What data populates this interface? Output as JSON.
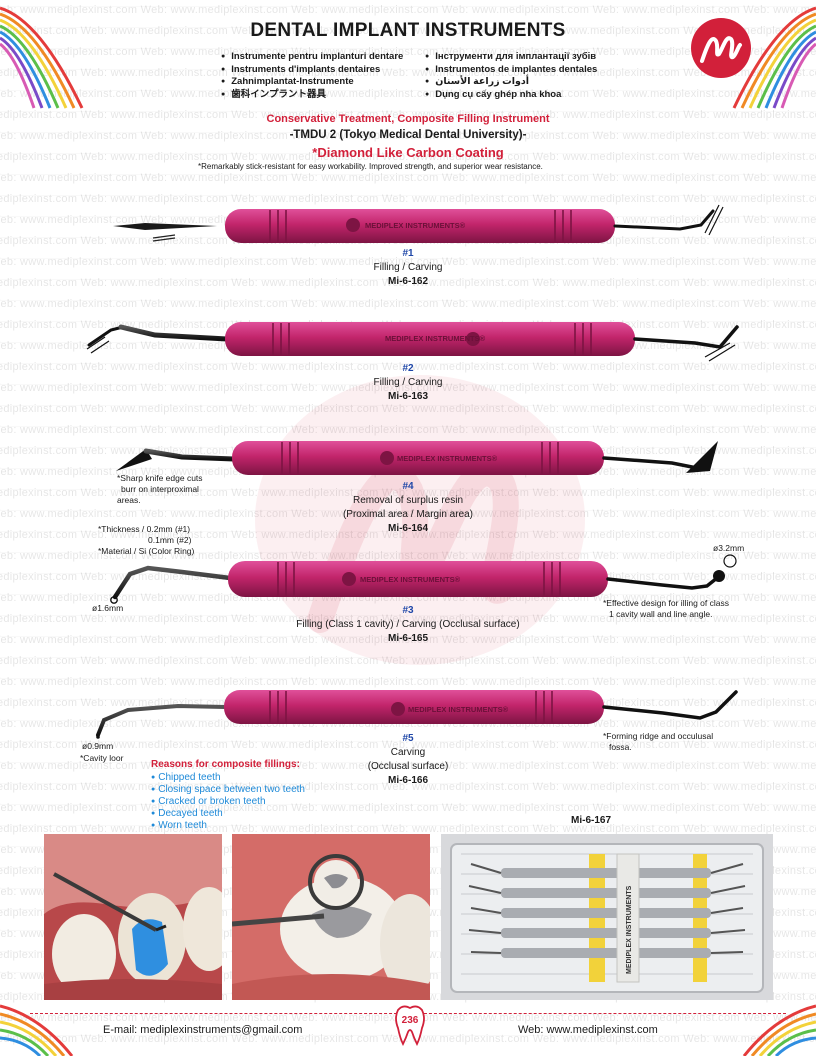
{
  "header": {
    "title": "DENTAL IMPLANT INSTRUMENTS",
    "languages_left": [
      "Instrumente pentru implanturi dentare",
      "Instruments d'implants dentaires",
      "Zahnimplantat-Instrumente",
      "歯科インプラント器具"
    ],
    "languages_right": [
      "Інструменти для імплантації зубів",
      "Instrumentos de implantes dentales",
      "أدوات زراعة الأسنان",
      "Dụng cụ cấy ghép nha khoa"
    ]
  },
  "subheader": {
    "line1": "Conservative Treatment, Composite Filling Instrument",
    "line2": "-TMDU 2 (Tokyo Medical Dental University)-",
    "line3": "*Diamond Like Carbon Coating",
    "note": "*Remarkably stick-resistant for easy workability.  Improved strength, and superior wear resistance."
  },
  "handle_text": "MEDIPLEX INSTRUMENTS®",
  "watermark_text": "Web:  www.mediplexinst.com",
  "instruments": [
    {
      "number": "#1",
      "name": "Filling / Carving",
      "code": "Mi-6-162"
    },
    {
      "number": "#2",
      "name": "Filling / Carving",
      "code": "Mi-6-163"
    },
    {
      "number": "#4",
      "name_line1": "Removal of surplus resin",
      "name_line2": "(Proximal area / Margin area)",
      "code": "Mi-6-164"
    },
    {
      "number": "#3",
      "name": "Filling (Class 1 cavity) / Carving (Occlusal surface)",
      "code": "Mi-6-165"
    },
    {
      "number": "#5",
      "name_line1": "Carving",
      "name_line2": "(Occlusal surface)",
      "code": "Mi-6-166"
    }
  ],
  "annotations": {
    "knife_edge": [
      "*Sharp knife edge cuts",
      "burr on interproximal",
      "areas."
    ],
    "spec_thickness": "*Thickness / 0.2mm (#1)",
    "spec_thickness2": "0.1mm (#2)",
    "spec_material": "*Material / Si (Color Ring)",
    "dia_1_6": "ø1.6mm",
    "dia_3_2": "ø3.2mm",
    "effective_design": [
      "*Effective design for illing of class",
      "1 cavity wall and line angle."
    ],
    "dia_0_9": "ø0.9mm",
    "cavity_floor": "*Cavity loor",
    "forming_ridge": [
      "*Forming ridge and occulusal",
      "fossa."
    ]
  },
  "reasons": {
    "heading": "Reasons for composite fillings:",
    "items": [
      "Chipped teeth",
      "Closing space between two teeth",
      "Cracked or broken teeth",
      "Decayed teeth",
      "Worn teeth"
    ]
  },
  "kit": {
    "code": "Mi-6-167",
    "label": "MEDIPLEX INSTRUMENTS"
  },
  "footer": {
    "email": "E-mail: mediplexinstruments@gmail.com",
    "web": "Web:  www.mediplexinst.com",
    "page_number": "236"
  },
  "colors": {
    "accent_red": "#d2203a",
    "handle_magenta": "#c2256b",
    "link_blue": "#1f8ad8",
    "number_blue": "#1f47a8"
  }
}
